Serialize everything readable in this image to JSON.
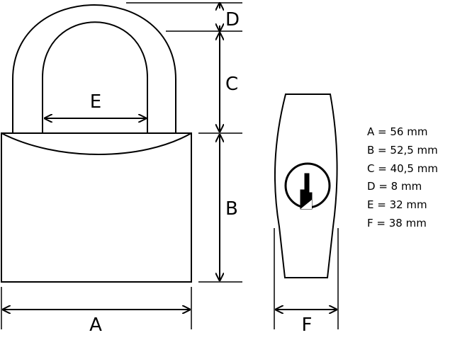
{
  "labels": {
    "a": "A",
    "b": "B",
    "c": "C",
    "d": "D",
    "e": "E",
    "f": "F"
  },
  "specs": [
    "A = 56 mm",
    "B = 52,5 mm",
    "C = 40,5 mm",
    "D = 8 mm",
    "E = 32 mm",
    "F = 38 mm"
  ],
  "colors": {
    "line": "#000000",
    "background": "#ffffff"
  }
}
